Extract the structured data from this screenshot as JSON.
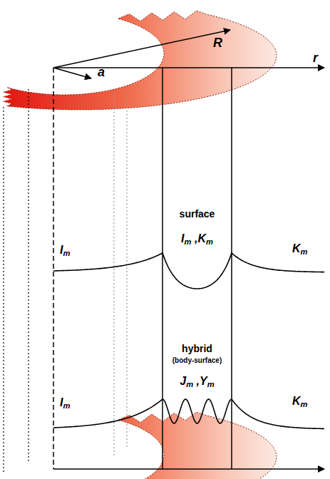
{
  "diagram": {
    "labels": [
      "R",
      "r",
      "a",
      "surface",
      "Im ,Km",
      "Im",
      "Km",
      "hybrid",
      "(body-surface)",
      "Jm ,Ym",
      "Im",
      "Km"
    ]
  }
}
